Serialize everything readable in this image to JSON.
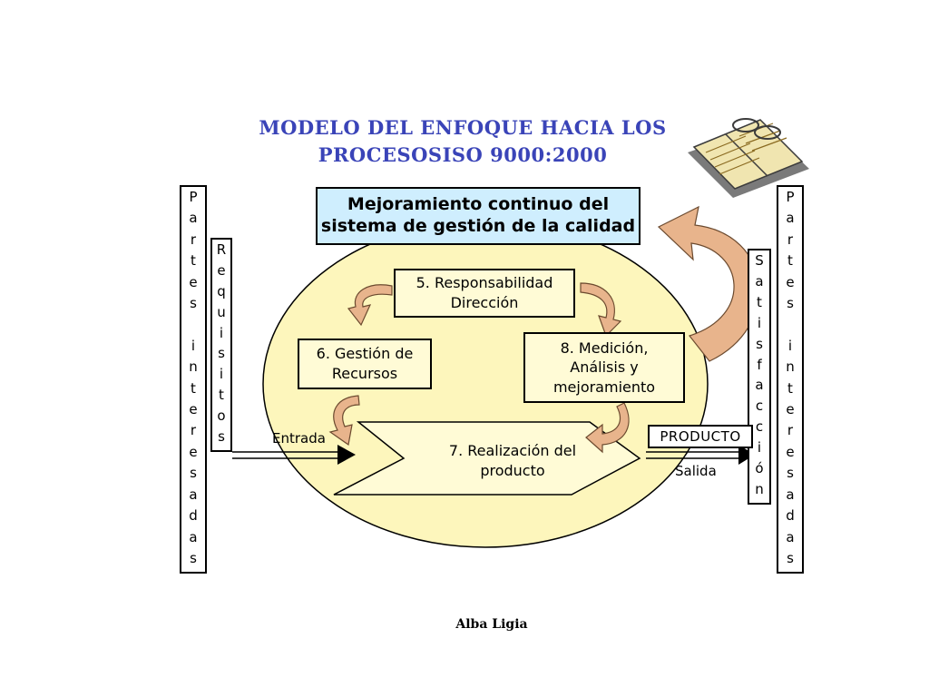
{
  "title": {
    "line1": "MODELO DEL ENFOQUE HACIA LOS",
    "line2": "PROCESOSISO 9000:2000"
  },
  "left_outer_bar": [
    "P",
    "a",
    "r",
    "t",
    "e",
    "s",
    "",
    "i",
    "n",
    "t",
    "e",
    "r",
    "e",
    "s",
    "a",
    "d",
    "a",
    "s"
  ],
  "left_inner_bar": [
    "R",
    "e",
    "q",
    "u",
    "i",
    "s",
    "i",
    "t",
    "o",
    "s"
  ],
  "right_inner_bar": [
    "S",
    "a",
    "t",
    "i",
    "s",
    "f",
    "a",
    "c",
    "c",
    "i",
    "ó",
    "n"
  ],
  "right_outer_bar": [
    "P",
    "a",
    "r",
    "t",
    "e",
    "s",
    "",
    "i",
    "n",
    "t",
    "e",
    "r",
    "e",
    "s",
    "a",
    "d",
    "a",
    "s"
  ],
  "boxes": {
    "mejora_line1": "Mejoramiento continuo del",
    "mejora_line2": "sistema de gestión de la calidad",
    "resp_line1": "5. Responsabilidad",
    "resp_line2": "Dirección",
    "gestion_line1": "6. Gestión de",
    "gestion_line2": "Recursos",
    "medicion_line1": "8. Medición,",
    "medicion_line2": "Análisis y",
    "medicion_line3": "mejoramiento",
    "realizacion_line1": "7. Realización del",
    "realizacion_line2": "producto",
    "producto": "PRODUCTO"
  },
  "labels": {
    "entrada": "Entrada",
    "salida": "Salida",
    "author": "Alba Ligia"
  },
  "colors": {
    "ellipse": "#fdf6bc",
    "arrow_fill": "#e8b48c",
    "title": "#3a44b8",
    "mejora_box": "#cfeefe"
  },
  "icons": [
    "book-icon"
  ]
}
